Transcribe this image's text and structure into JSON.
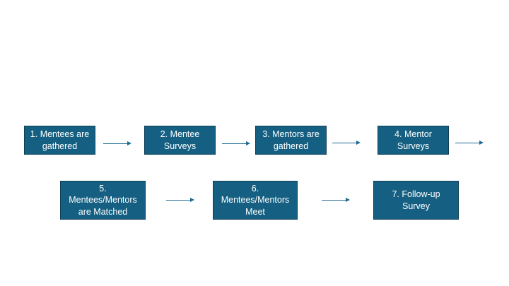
{
  "diagram": {
    "steps": [
      {
        "label": "1. Mentees are\ngathered"
      },
      {
        "label": "2. Mentee\nSurveys"
      },
      {
        "label": "3. Mentors are\ngathered"
      },
      {
        "label": "4. Mentor\nSurveys"
      },
      {
        "label": "5.\nMentees/Mentors\nare Matched"
      },
      {
        "label": "6.\nMentees/Mentors\nMeet"
      },
      {
        "label": "7. Follow-up\nSurvey"
      }
    ],
    "colors": {
      "box_fill": "#156082",
      "box_border": "#0e3f56",
      "box_text": "#ffffff",
      "arrow": "#1f6a91",
      "background": "#ffffff"
    }
  }
}
